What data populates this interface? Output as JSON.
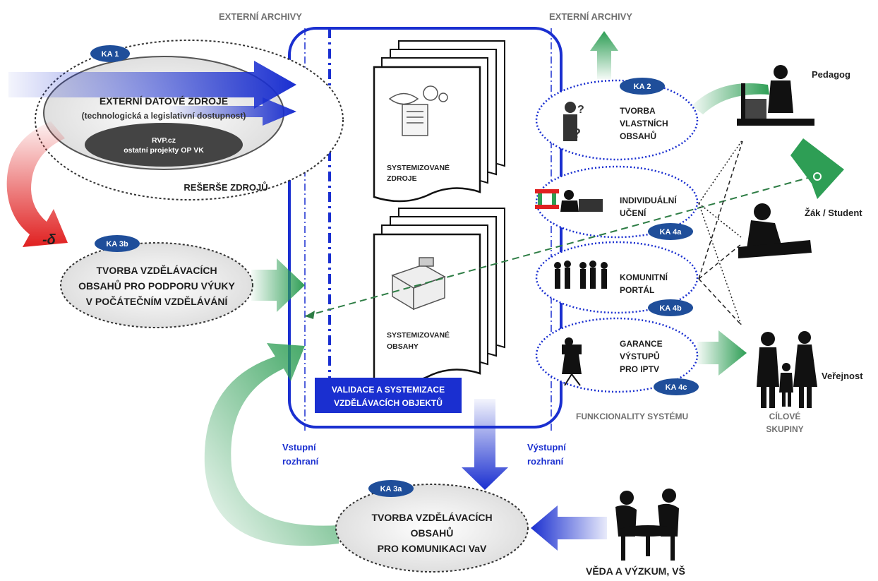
{
  "top_labels": {
    "left": "EXTERNÍ ARCHIVY",
    "right": "EXTERNÍ ARCHIVY"
  },
  "interfaces": {
    "input": [
      "Vstupní",
      "rozhraní"
    ],
    "output": [
      "Výstupní",
      "rozhraní"
    ]
  },
  "validation_box": [
    "VALIDACE A SYSTEMIZACE",
    "VZDĚLÁVACÍCH OBJEKTŮ"
  ],
  "documents": {
    "sources": [
      "SYSTEMIZOVANÉ",
      "ZDROJE"
    ],
    "contents": [
      "SYSTEMIZOVANÉ",
      "OBSAHY"
    ]
  },
  "ka1": {
    "badge": "KA 1",
    "title": "EXTERNÍ DATOVÉ ZDROJE",
    "subtitle": "(technologická a legislativní dostupnost)",
    "inner": [
      "RVP.cz",
      "ostatní projekty OP VK"
    ],
    "caption": "REŠERŠE ZDROJŮ"
  },
  "delta": "-δ",
  "ka3b": {
    "badge": "KA 3b",
    "lines": [
      "TVORBA VZDĚLÁVACÍCH",
      "OBSAHŮ PRO PODPORU VÝUKY",
      "V POČÁTEČNÍM VZDĚLÁVÁNÍ"
    ]
  },
  "ka3a": {
    "badge": "KA 3a",
    "lines": [
      "TVORBA VZDĚLÁVACÍCH",
      "OBSAHŮ",
      "PRO KOMUNIKACI VaV"
    ]
  },
  "functions": [
    {
      "badge": "KA 2",
      "lines": [
        "TVORBA",
        "VLASTNÍCH",
        "OBSAHŮ"
      ]
    },
    {
      "badge": "KA 4a",
      "lines": [
        "INDIVIDUÁLNÍ",
        "UČENÍ"
      ]
    },
    {
      "badge": "KA 4b",
      "lines": [
        "KOMUNITNÍ",
        "PORTÁL"
      ]
    },
    {
      "badge": "KA 4c",
      "lines": [
        "GARANCE",
        "VÝSTUPŮ",
        "PRO IPTV"
      ]
    }
  ],
  "functions_caption": "FUNKCIONALITY SYSTÉMU",
  "targets": {
    "pedagog": "Pedagog",
    "student": "Žák / Student",
    "public": "Veřejnost",
    "caption": [
      "CÍLOVÉ",
      "SKUPINY"
    ]
  },
  "research": "VĚDA A VÝZKUM, VŠ",
  "colors": {
    "blue": "#1a2fd0",
    "badge": "#1f4e9a",
    "green": "#2e9e55",
    "red": "#e02020",
    "gray_text": "#707070"
  }
}
